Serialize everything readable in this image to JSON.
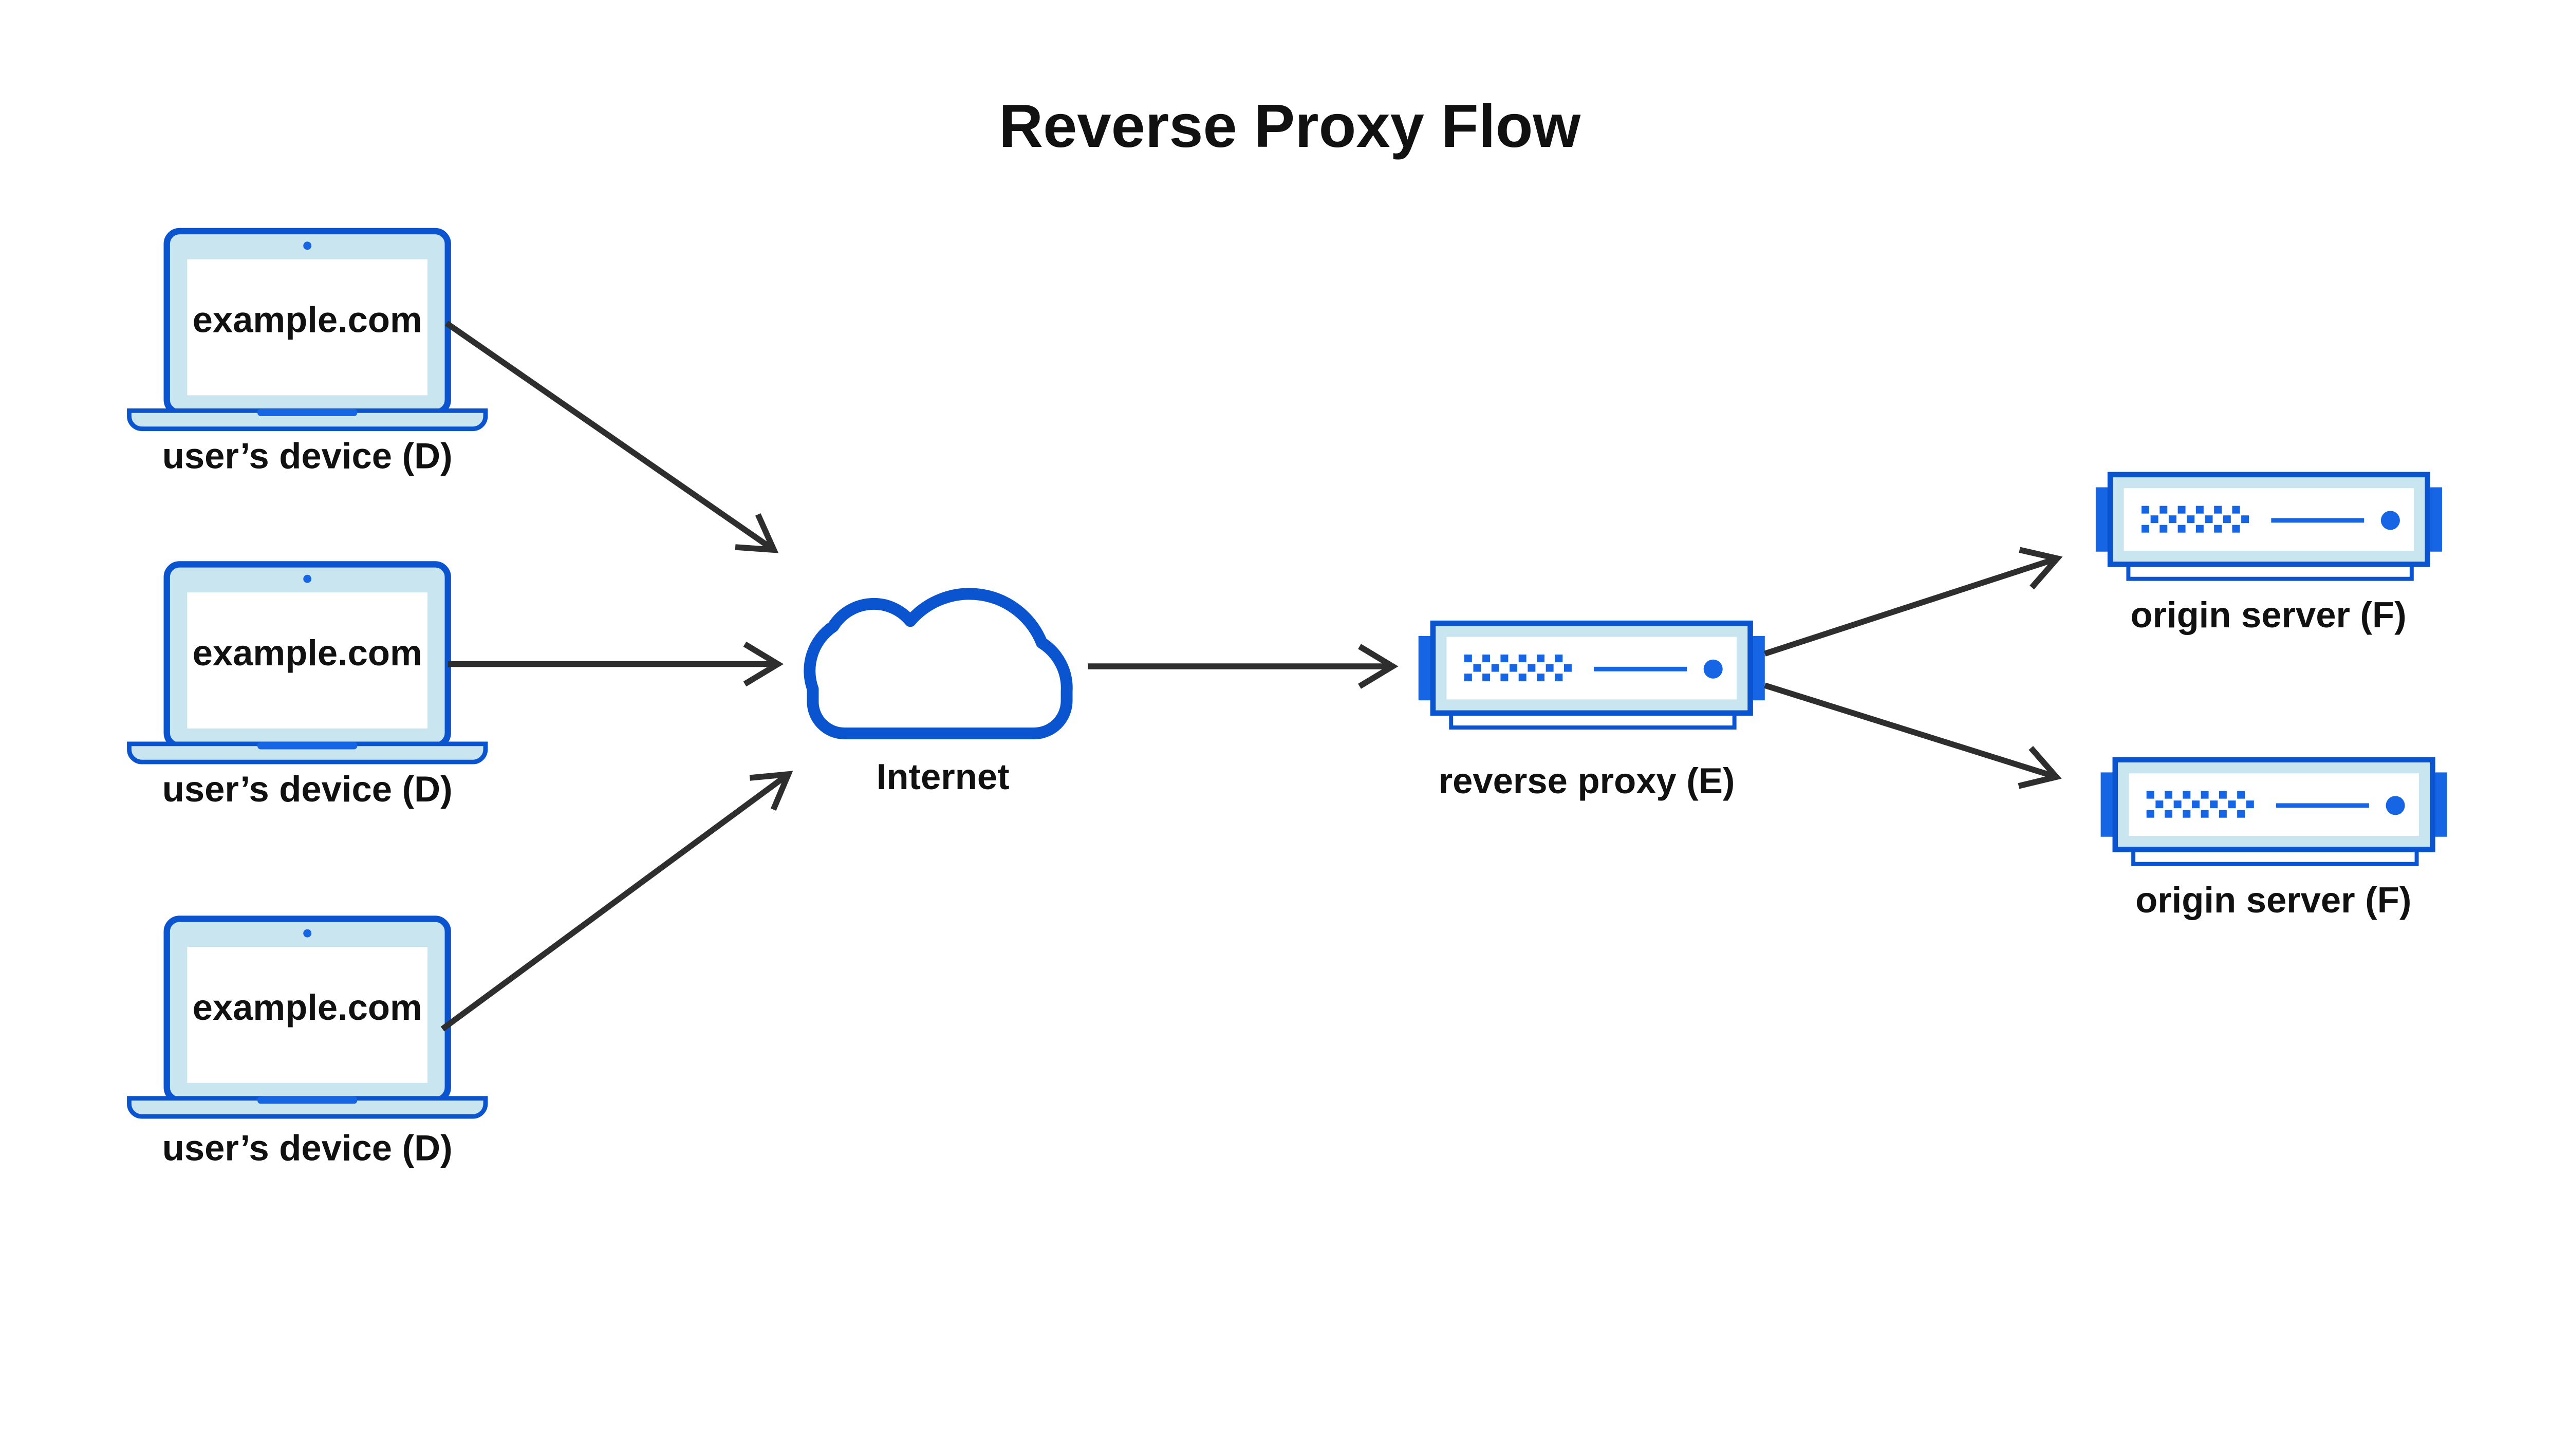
{
  "title": "Reverse Proxy Flow",
  "devices": [
    {
      "screen_text": "example.com",
      "label": "user’s device (D)"
    },
    {
      "screen_text": "example.com",
      "label": "user’s device (D)"
    },
    {
      "screen_text": "example.com",
      "label": "user’s device (D)"
    }
  ],
  "internet": {
    "label": "Internet"
  },
  "reverse_proxy": {
    "label": "reverse proxy (E)"
  },
  "origin_servers": [
    {
      "label": "origin server (F)"
    },
    {
      "label": "origin server (F)"
    }
  ],
  "colors": {
    "outline_blue": "#0b54cf",
    "accent_blue": "#1565e4",
    "light_blue": "#c8e5f0",
    "arrow": "#2e2e2e",
    "text": "#111111",
    "background": "#ffffff"
  }
}
